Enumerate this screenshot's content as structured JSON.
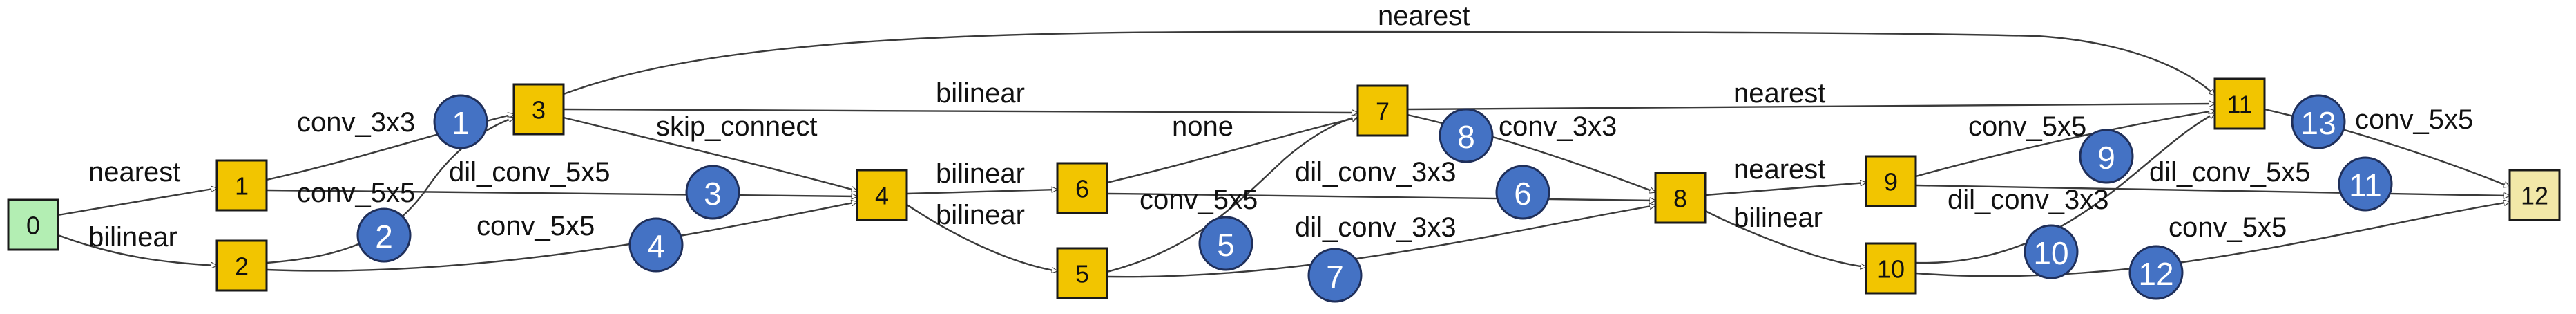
{
  "colors": {
    "input_node": "#b3eeb3",
    "op_node": "#f2c500",
    "output_node": "#f2e8a8",
    "badge": "#4472c4",
    "edge": "#3a3a3a"
  },
  "nodes": [
    {
      "id": "0",
      "label": "0",
      "kind": "input"
    },
    {
      "id": "1",
      "label": "1",
      "kind": "op"
    },
    {
      "id": "2",
      "label": "2",
      "kind": "op"
    },
    {
      "id": "3",
      "label": "3",
      "kind": "op"
    },
    {
      "id": "4",
      "label": "4",
      "kind": "op"
    },
    {
      "id": "5",
      "label": "5",
      "kind": "op"
    },
    {
      "id": "6",
      "label": "6",
      "kind": "op"
    },
    {
      "id": "7",
      "label": "7",
      "kind": "op"
    },
    {
      "id": "8",
      "label": "8",
      "kind": "op"
    },
    {
      "id": "9",
      "label": "9",
      "kind": "op"
    },
    {
      "id": "10",
      "label": "10",
      "kind": "op"
    },
    {
      "id": "11",
      "label": "11",
      "kind": "op"
    },
    {
      "id": "12",
      "label": "12",
      "kind": "output"
    }
  ],
  "edges": [
    {
      "id": "e0-1",
      "from": "0",
      "to": "1",
      "label": "nearest"
    },
    {
      "id": "e0-2",
      "from": "0",
      "to": "2",
      "label": "bilinear"
    },
    {
      "id": "e1-3",
      "from": "1",
      "to": "3",
      "label": "conv_3x3",
      "badge": "1"
    },
    {
      "id": "e1-4",
      "from": "1",
      "to": "4",
      "label": "conv_5x5",
      "badge": "3"
    },
    {
      "id": "e2-3",
      "from": "2",
      "to": "3",
      "label": "dil_conv_5x5",
      "badge": "2"
    },
    {
      "id": "e2-4",
      "from": "2",
      "to": "4",
      "label": "conv_5x5",
      "badge": "4"
    },
    {
      "id": "e3-4",
      "from": "3",
      "to": "4",
      "label": "skip_connect"
    },
    {
      "id": "e3-7",
      "from": "3",
      "to": "7",
      "label": "bilinear"
    },
    {
      "id": "e3-11",
      "from": "3",
      "to": "11",
      "label": "nearest"
    },
    {
      "id": "e4-6",
      "from": "4",
      "to": "6",
      "label": "bilinear"
    },
    {
      "id": "e4-5",
      "from": "4",
      "to": "5",
      "label": "bilinear"
    },
    {
      "id": "e6-7",
      "from": "6",
      "to": "7",
      "label": "none"
    },
    {
      "id": "e5-7",
      "from": "5",
      "to": "7",
      "label": "conv_5x5",
      "badge": "5"
    },
    {
      "id": "e6-8",
      "from": "6",
      "to": "8",
      "label": "dil_conv_3x3",
      "badge": "6"
    },
    {
      "id": "e5-8",
      "from": "5",
      "to": "8",
      "label": "dil_conv_3x3",
      "badge": "7"
    },
    {
      "id": "e7-8",
      "from": "7",
      "to": "8",
      "label": "conv_3x3",
      "badge": "8"
    },
    {
      "id": "e7-11",
      "from": "7",
      "to": "11",
      "label": "nearest"
    },
    {
      "id": "e8-9",
      "from": "8",
      "to": "9",
      "label": "nearest"
    },
    {
      "id": "e8-10",
      "from": "8",
      "to": "10",
      "label": "bilinear"
    },
    {
      "id": "e9-11",
      "from": "9",
      "to": "11",
      "label": "conv_5x5",
      "badge": "9"
    },
    {
      "id": "e10-11",
      "from": "10",
      "to": "11",
      "label": "dil_conv_3x3",
      "badge": "10"
    },
    {
      "id": "e9-12",
      "from": "9",
      "to": "12",
      "label": "dil_conv_5x5",
      "badge": "11"
    },
    {
      "id": "e10-12",
      "from": "10",
      "to": "12",
      "label": "conv_5x5",
      "badge": "12"
    },
    {
      "id": "e11-12",
      "from": "11",
      "to": "12",
      "label": "conv_5x5",
      "badge": "13"
    }
  ]
}
